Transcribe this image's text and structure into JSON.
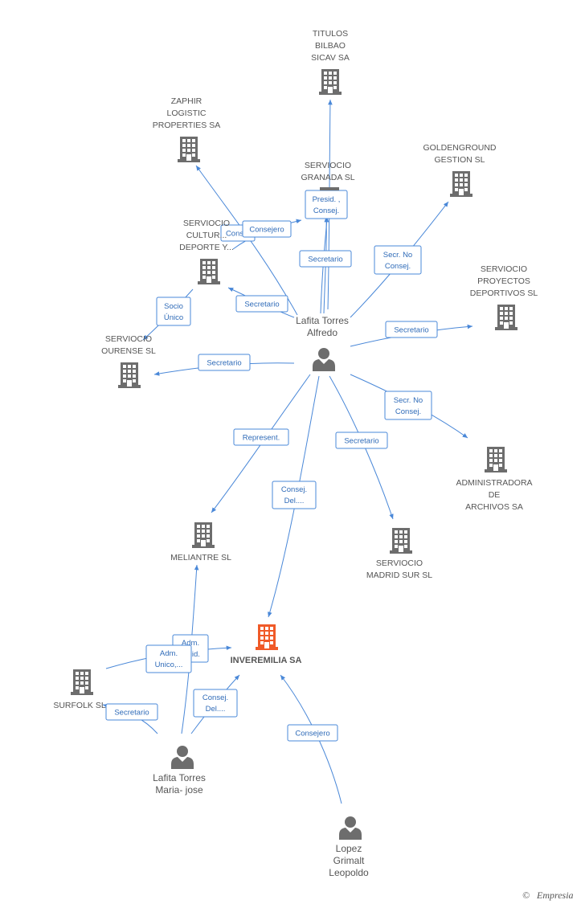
{
  "companies": {
    "titulos": {
      "lines": [
        "TITULOS",
        "BILBAO",
        "SICAV SA"
      ]
    },
    "zaphir": {
      "lines": [
        "ZAPHIR",
        "LOGISTIC",
        "PROPERTIES SA"
      ]
    },
    "granada": {
      "lines": [
        "SERVIOCIO",
        "GRANADA  SL"
      ]
    },
    "goldenground": {
      "lines": [
        "GOLDENGROUND",
        "GESTION SL"
      ]
    },
    "cultura": {
      "lines": [
        "SERVIOCIO",
        "CULTUR...",
        "DEPORTE Y..."
      ]
    },
    "proyectos": {
      "lines": [
        "SERVIOCIO",
        "PROYECTOS",
        "DEPORTIVOS SL"
      ]
    },
    "ourense": {
      "lines": [
        "SERVIOCIO",
        "OURENSE SL"
      ]
    },
    "administradora": {
      "lines": [
        "ADMINISTRADORA",
        "DE",
        "ARCHIVOS SA"
      ]
    },
    "meliantre": {
      "lines": [
        "MELIANTRE SL"
      ]
    },
    "madrid": {
      "lines": [
        "SERVIOCIO",
        "MADRID SUR SL"
      ]
    },
    "inveremilia": {
      "lines": [
        "INVEREMILIA SA"
      ]
    },
    "surfolk": {
      "lines": [
        "SURFOLK SL"
      ]
    }
  },
  "persons": {
    "alfredo": {
      "lines": [
        "Lafita Torres",
        "Alfredo"
      ]
    },
    "mariajose": {
      "lines": [
        "Lafita Torres",
        "Maria- jose"
      ]
    },
    "lopez": {
      "lines": [
        "Lopez",
        "Grimalt",
        "Leopoldo"
      ]
    }
  },
  "edge_labels": {
    "zaphir": [
      "Cons..."
    ],
    "cultura_consejero": [
      "Consejero"
    ],
    "granada_presid": [
      "Presid. ,",
      "Consej."
    ],
    "granada_secretario": [
      "Secretario"
    ],
    "goldenground": [
      "Secr.  No",
      "Consej."
    ],
    "cultura_secretario": [
      "Secretario"
    ],
    "socio": [
      "Socio",
      "Único"
    ],
    "proyectos": [
      "Secretario"
    ],
    "ourense": [
      "Secretario"
    ],
    "administradora": [
      "Secr.  No",
      "Consej."
    ],
    "meliantre": [
      "Represent."
    ],
    "madrid": [
      "Secretario"
    ],
    "inveremilia_alfredo": [
      "Consej.",
      "Del...."
    ],
    "meliantre_mj": [
      "Adm.",
      "Solid."
    ],
    "inveremilia_mj_adm": [
      "Adm.",
      "Unico,..."
    ],
    "surfolk": [
      "Secretario"
    ],
    "inveremilia_mj_consej": [
      "Consej.",
      "Del...."
    ],
    "lopez": [
      "Consejero"
    ]
  },
  "colors": {
    "edge": "#4a88d8",
    "building": "#6d6d6d",
    "building_main": "#f05a28",
    "person": "#6d6d6d"
  },
  "watermark": {
    "symbol": "©",
    "brand": "Empresia"
  }
}
